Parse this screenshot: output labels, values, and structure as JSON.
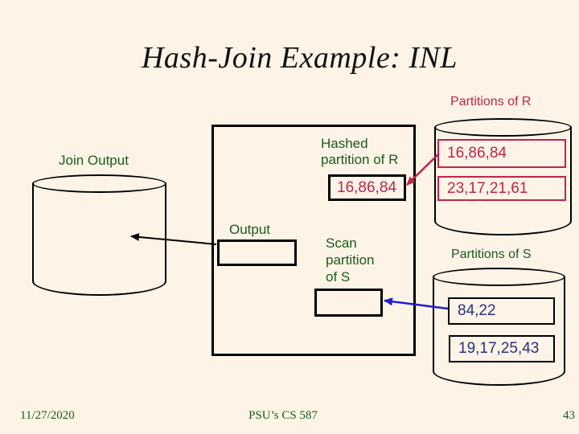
{
  "title": "Hash-Join Example: INL",
  "r_partitions": {
    "label": "Partitions of R",
    "rows": [
      "16,86,84",
      "23,17,21,61"
    ]
  },
  "s_partitions": {
    "label": "Partitions of S",
    "rows": [
      "84,22",
      "19,17,25,43"
    ]
  },
  "join_output": {
    "label": "Join Output"
  },
  "memory": {
    "hashed_label_lines": [
      "Hashed",
      "partition of R"
    ],
    "hashed_value": "16,86,84",
    "output_label": "Output",
    "scan_label_lines": [
      "Scan",
      "partition",
      "of S"
    ]
  },
  "footer": {
    "date": "11/27/2020",
    "course": "PSU’s CS 587",
    "page_number": "43"
  },
  "colors": {
    "background": "#FDF3E7",
    "accent_red": "#C02449",
    "accent_green": "#185C1E",
    "accent_navy": "#253184",
    "arrow_blue": "#1F1FD1",
    "outline_black": "#000000"
  }
}
